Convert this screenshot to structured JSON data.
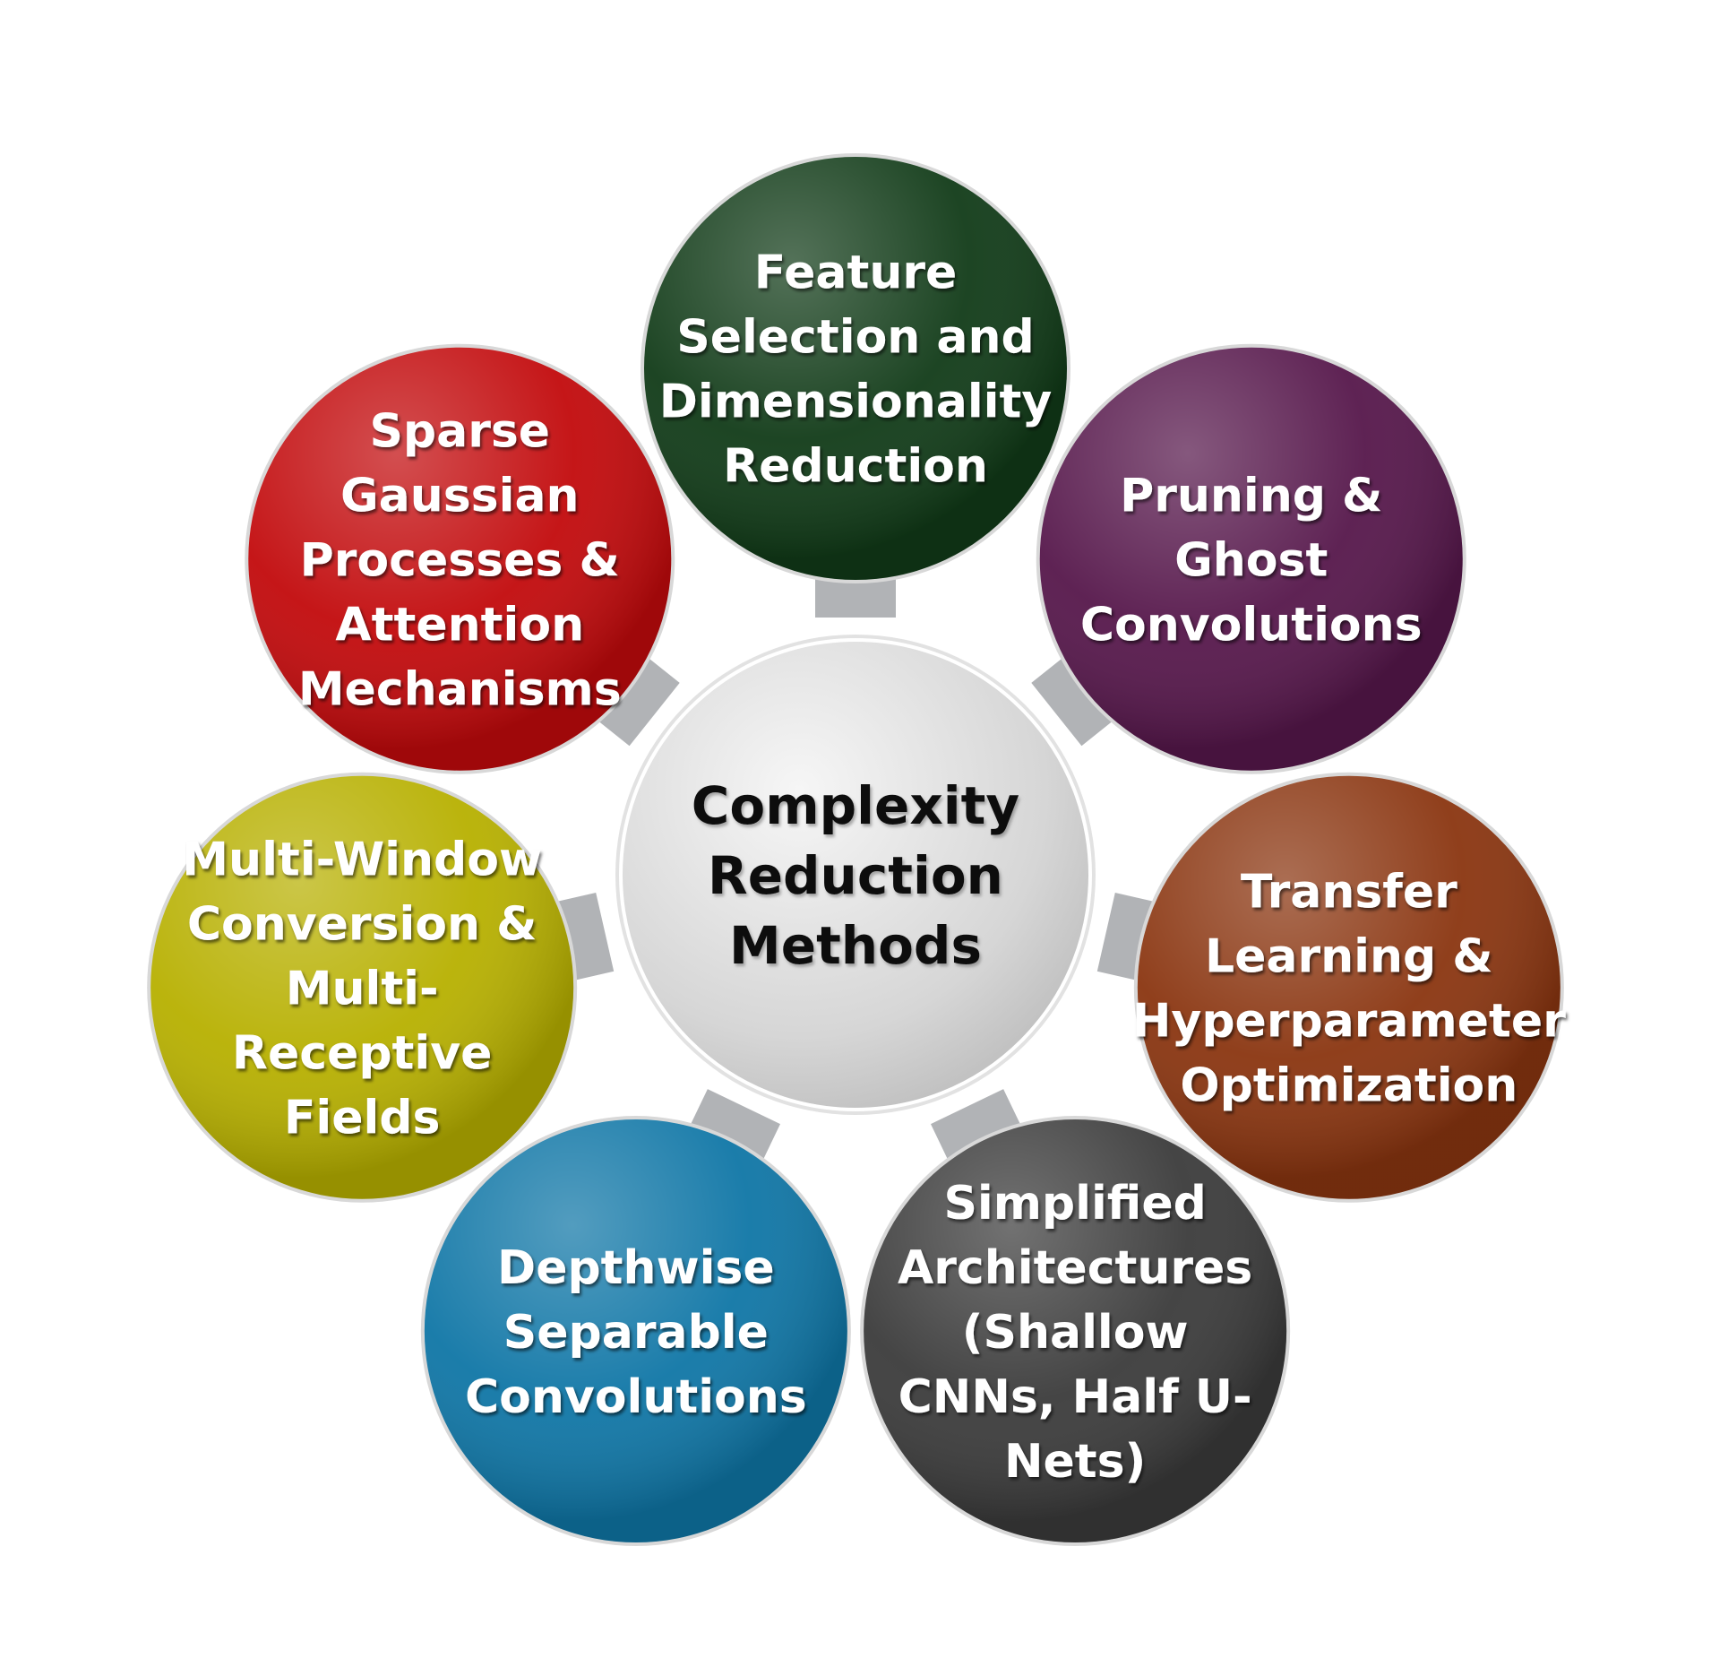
{
  "center": {
    "lines": [
      "Complexity",
      "Reduction",
      "Methods"
    ],
    "fill_light": "#f4f4f4",
    "fill_dark": "#b9b9b9",
    "text_color": "#111111"
  },
  "arrow_color": "#b1b3b6",
  "nodes": [
    {
      "id": "feature-selection",
      "lines": [
        "Feature",
        "Selection and",
        "Dimensionality",
        "Reduction"
      ],
      "color": "#113b18"
    },
    {
      "id": "pruning-ghost",
      "lines": [
        "Pruning &",
        "Ghost",
        "Convolutions"
      ],
      "color": "#56174b"
    },
    {
      "id": "transfer-learning",
      "lines": [
        "Transfer",
        "Learning &",
        "Hyperparameter",
        "Optimization"
      ],
      "color": "#8a3510"
    },
    {
      "id": "simplified-architectures",
      "lines": [
        "Simplified",
        "Architectures",
        "(Shallow",
        "CNNs, Half U-",
        "Nets)"
      ],
      "color": "#3b3b3b"
    },
    {
      "id": "depthwise-separable",
      "lines": [
        "Depthwise",
        "Separable",
        "Convolutions"
      ],
      "color": "#0f76a6"
    },
    {
      "id": "multi-window",
      "lines": [
        "Multi-Window",
        "Conversion &",
        "Multi-",
        "Receptive",
        "Fields"
      ],
      "color": "#b7b000"
    },
    {
      "id": "sparse-gaussian",
      "lines": [
        "Sparse",
        "Gaussian",
        "Processes &",
        "Attention",
        "Mechanisms"
      ],
      "color": "#c20a0c"
    }
  ]
}
